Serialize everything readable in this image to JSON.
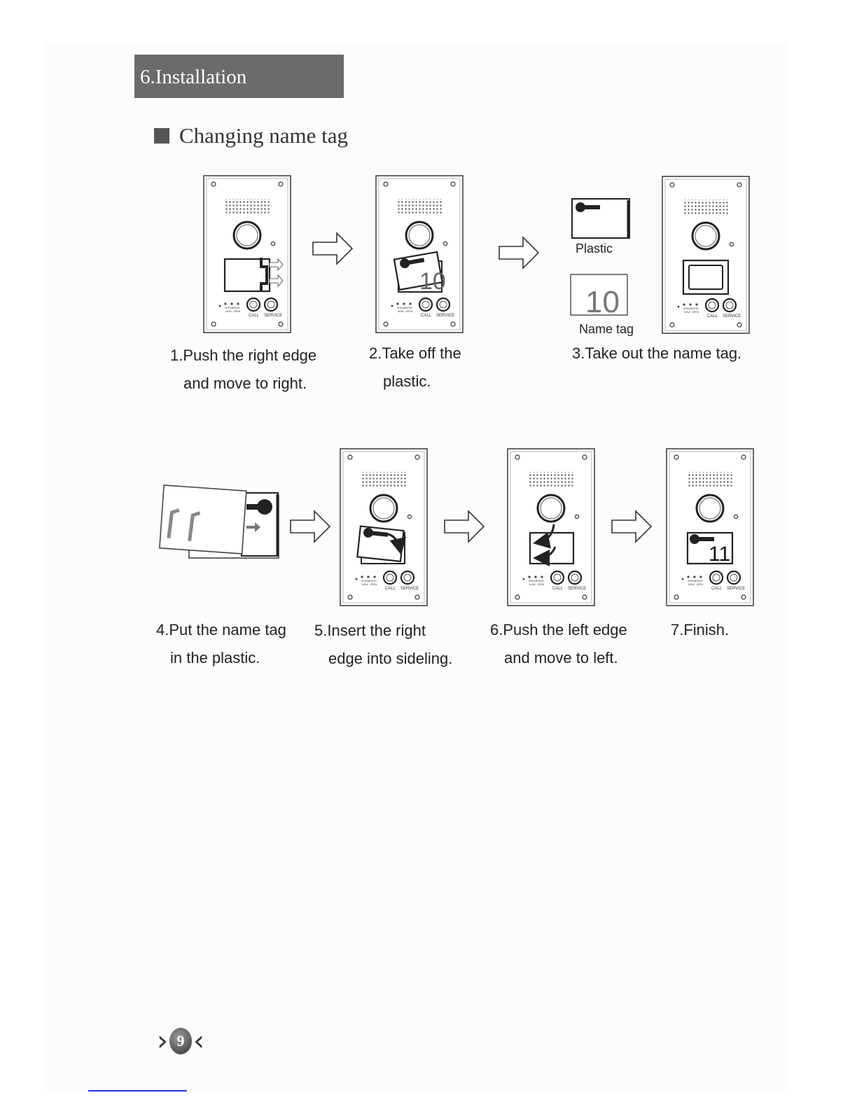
{
  "section": {
    "title": "6.Installation"
  },
  "subsection": {
    "title": "Changing name tag"
  },
  "panel_text": {
    "speak": "SPEAK",
    "door": "DOOR",
    "now": "NOW",
    "open": "OPEN",
    "call": "CALL",
    "service": "SERVICE"
  },
  "step3_labels": {
    "plastic": "Plastic",
    "name_tag": "Name tag"
  },
  "tag_numbers": {
    "old": "10",
    "new": "11"
  },
  "steps": [
    {
      "line1": "1.Push the right edge",
      "line2": "and move to right."
    },
    {
      "line1": "2.Take off the",
      "line2": "plastic."
    },
    {
      "line1": "3.Take out the name tag.",
      "line2": ""
    },
    {
      "line1": "4.Put the name tag",
      "line2": "in the plastic."
    },
    {
      "line1": "5.Insert the right",
      "line2": "edge into sideling."
    },
    {
      "line1": "6.Push the left edge",
      "line2": "and move to left."
    },
    {
      "line1": "7.Finish.",
      "line2": ""
    }
  ],
  "page": {
    "number": "9"
  }
}
